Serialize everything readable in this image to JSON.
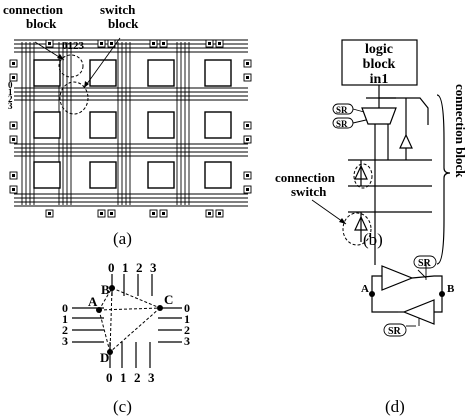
{
  "panel_a": {
    "caption": "(a)",
    "label_connection_block": "connection\nblock",
    "label_switch_block": "switch\nblock",
    "track_numbers_top": "0123",
    "track_numbers_side": [
      "0",
      "1",
      "2",
      "3"
    ]
  },
  "panel_b": {
    "caption": "(b)",
    "logic_block_label": [
      "logic",
      "block"
    ],
    "pin_label": "in1",
    "sr_label": "SR",
    "connection_switch_label": [
      "connection",
      "switch"
    ],
    "connection_block_label": "connection block"
  },
  "panel_c": {
    "caption": "(c)",
    "nodes": [
      "A",
      "B",
      "C",
      "D"
    ],
    "track_labels": [
      "0",
      "1",
      "2",
      "3"
    ]
  },
  "panel_d": {
    "caption": "(d)",
    "node_a": "A",
    "node_b": "B",
    "sr_label": "SR"
  }
}
